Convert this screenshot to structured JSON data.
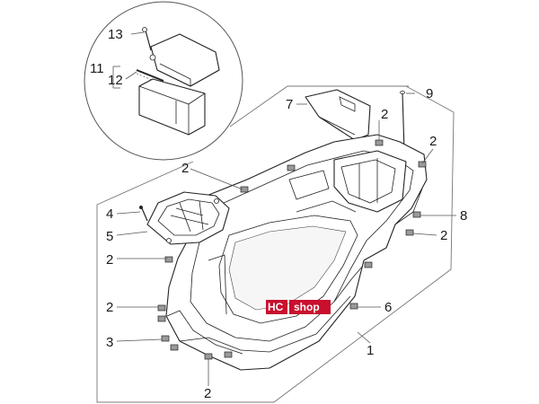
{
  "diagram": {
    "callouts": {
      "c13": "13",
      "c11": "11",
      "c12": "12",
      "c7": "7",
      "c9": "9",
      "c2a": "2",
      "c2b": "2",
      "c2c": "2",
      "c2d": "2",
      "c2e": "2",
      "c2f": "2",
      "c2g": "2",
      "c4": "4",
      "c5": "5",
      "c8": "8",
      "c6": "6",
      "c3": "3",
      "c1": "1"
    },
    "watermark": {
      "part1": "HC",
      "part2": "shop"
    }
  }
}
